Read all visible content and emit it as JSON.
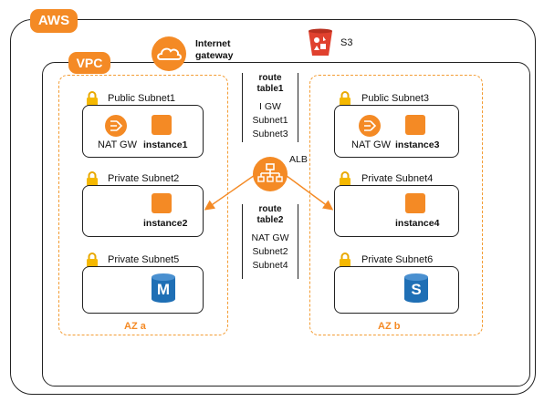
{
  "aws_label": "AWS",
  "vpc_label": "VPC",
  "igw_label": [
    "Internet",
    "gateway"
  ],
  "s3_label": "S3",
  "alb_label": "ALB",
  "route_table1": {
    "title": [
      "route",
      "table1"
    ],
    "rows": [
      "I GW",
      "Subnet1",
      "Subnet3"
    ]
  },
  "route_table2": {
    "title": [
      "route",
      "table2"
    ],
    "rows": [
      "NAT GW",
      "Subnet2",
      "Subnet4"
    ]
  },
  "az_a": {
    "label": "AZ a",
    "public_subnet": {
      "title": "Public Subnet1",
      "nat_label": "NAT GW",
      "instance_label": "instance1"
    },
    "private_subnet": {
      "title": "Private Subnet2",
      "instance_label": "instance2"
    },
    "db_subnet": {
      "title": "Private Subnet5",
      "db_letter": "M"
    }
  },
  "az_b": {
    "label": "AZ b",
    "public_subnet": {
      "title": "Public Subnet3",
      "nat_label": "NAT GW",
      "instance_label": "instance3"
    },
    "private_subnet": {
      "title": "Private Subnet4",
      "instance_label": "instance4"
    },
    "db_subnet": {
      "title": "Private Subnet6",
      "db_letter": "S"
    }
  },
  "colors": {
    "aws_orange": "#f48a25",
    "s3_red": "#e0412e",
    "db_blue": "#1f6fb5"
  }
}
